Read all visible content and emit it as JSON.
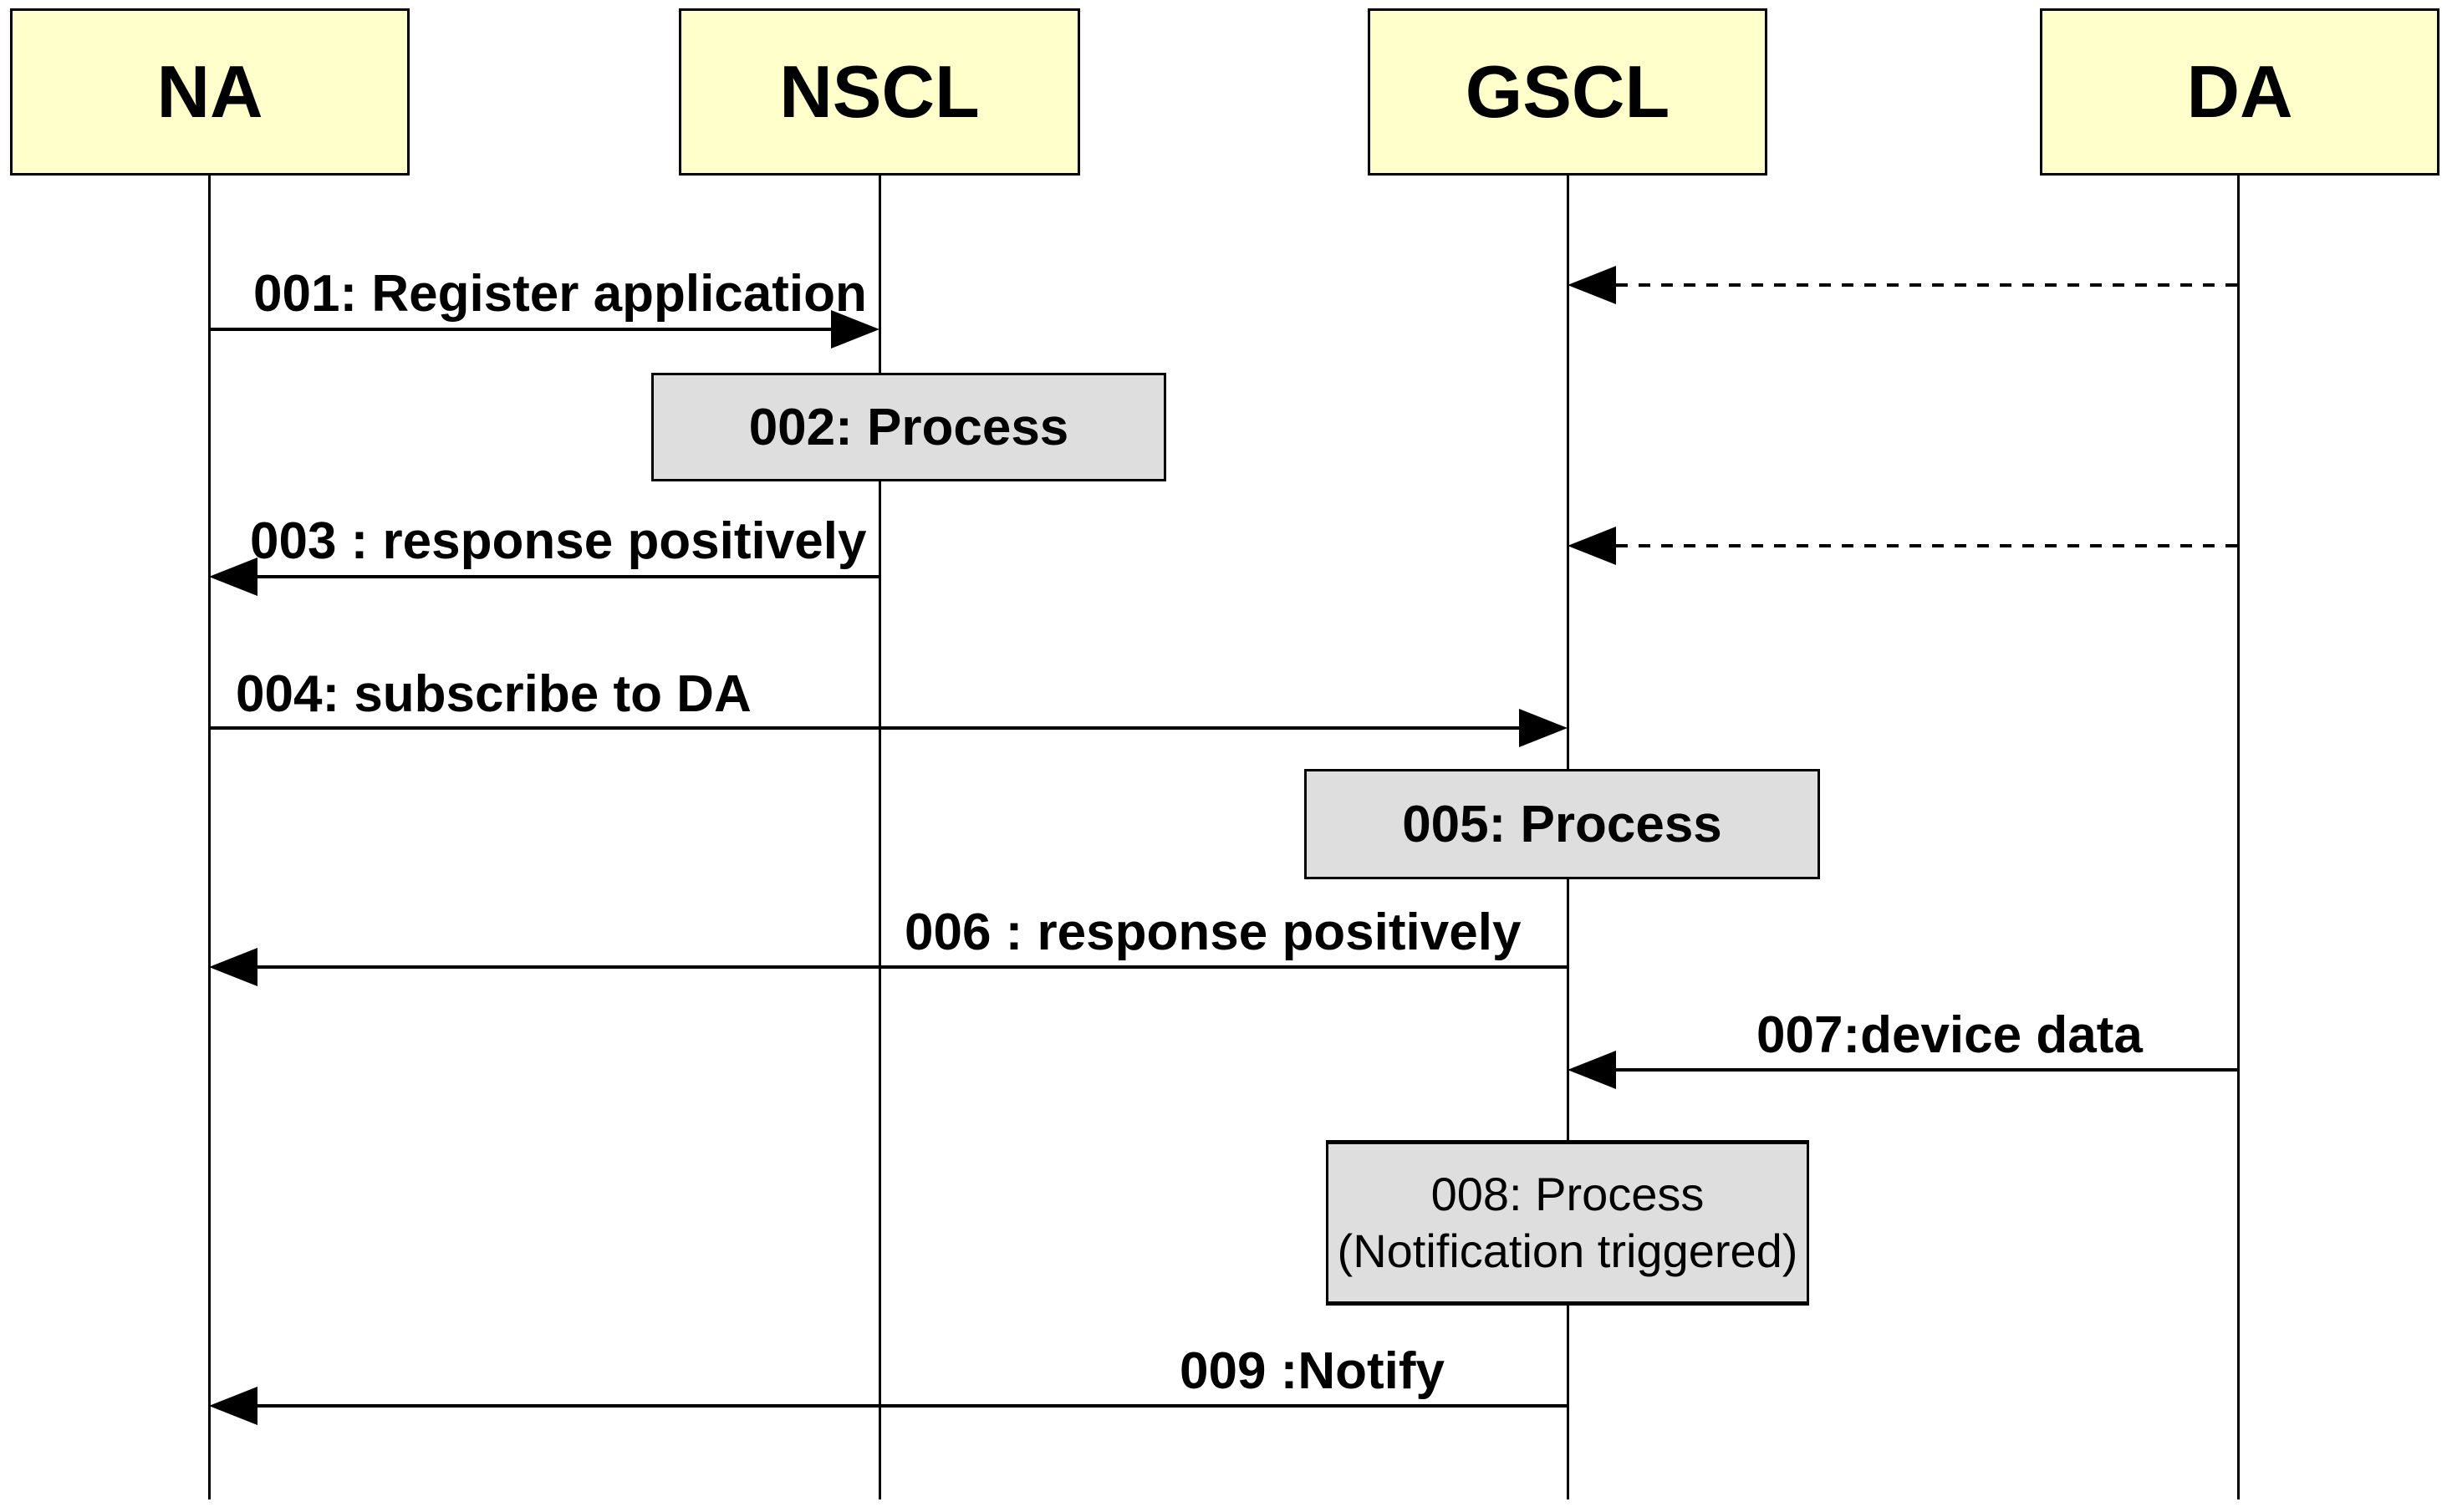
{
  "diagram": {
    "type": "sequence-diagram",
    "actors": [
      {
        "id": "na",
        "label": "NA"
      },
      {
        "id": "nscl",
        "label": "NSCL"
      },
      {
        "id": "gscl",
        "label": "GSCL"
      },
      {
        "id": "da",
        "label": "DA"
      }
    ],
    "messages": [
      {
        "seq": "001",
        "label": "001: Register application",
        "from": "NA",
        "to": "NSCL",
        "style": "solid"
      },
      {
        "seq": "",
        "label": "",
        "from": "DA",
        "to": "GSCL",
        "style": "dashed"
      },
      {
        "seq": "002",
        "label": "002: Process",
        "on": "NSCL",
        "kind": "process"
      },
      {
        "seq": "003",
        "label": "003 : response positively",
        "from": "NSCL",
        "to": "NA",
        "style": "solid"
      },
      {
        "seq": "",
        "label": "",
        "from": "DA",
        "to": "GSCL",
        "style": "dashed"
      },
      {
        "seq": "004",
        "label": "004: subscribe to DA",
        "from": "NA",
        "to": "GSCL",
        "style": "solid"
      },
      {
        "seq": "005",
        "label": "005: Process",
        "on": "GSCL",
        "kind": "process"
      },
      {
        "seq": "006",
        "label": "006 : response positively",
        "from": "GSCL",
        "to": "NA",
        "style": "solid"
      },
      {
        "seq": "007",
        "label": "007:device data",
        "from": "DA",
        "to": "GSCL",
        "style": "solid"
      },
      {
        "seq": "008",
        "label1": "008: Process",
        "label2": "(Notification triggered)",
        "on": "GSCL",
        "kind": "process"
      },
      {
        "seq": "009",
        "label": "009 :Notify",
        "from": "GSCL",
        "to": "NA",
        "style": "solid"
      }
    ],
    "colors": {
      "actor_fill": "#FFFFCC",
      "process_fill": "#DEDEDE",
      "line": "#000000",
      "background": "#FFFFFF"
    }
  }
}
